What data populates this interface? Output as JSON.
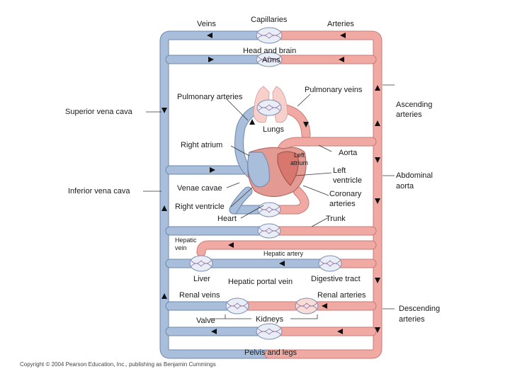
{
  "labels": {
    "veins": "Veins",
    "capillaries": "Capillaries",
    "arteries": "Arteries",
    "head_and_brain": "Head and brain",
    "arms": "Arms",
    "pulmonary_arteries": "Pulmonary arteries",
    "pulmonary_veins": "Pulmonary veins",
    "ascending_arteries": "Ascending",
    "ascending_arteries_2": "arteries",
    "superior_vena_cava": "Superior vena cava",
    "lungs": "Lungs",
    "right_atrium": "Right atrium",
    "aorta": "Aorta",
    "left_atrium": "Left",
    "left_atrium_2": "atrium",
    "left_ventricle": "Left",
    "left_ventricle_2": "ventricle",
    "abdominal_aorta": "Abdominal",
    "abdominal_aorta_2": "aorta",
    "inferior_vena_cava": "Inferior vena cava",
    "venae_cavae": "Venae cavae",
    "coronary_arteries": "Coronary",
    "coronary_arteries_2": "arteries",
    "right_ventricle": "Right ventricle",
    "heart": "Heart",
    "trunk": "Trunk",
    "hepatic_vein": "Hepatic",
    "hepatic_vein_2": "vein",
    "hepatic_artery": "Hepatic artery",
    "liver": "Liver",
    "hepatic_portal_vein": "Hepatic portal vein",
    "digestive_tract": "Digestive tract",
    "renal_veins": "Renal veins",
    "renal_arteries": "Renal arteries",
    "descending_arteries": "Descending",
    "descending_arteries_2": "arteries",
    "valve": "Valve",
    "kidneys": "Kidneys",
    "pelvis_and_legs": "Pelvis and legs"
  },
  "copyright": "Copyright © 2004 Pearson Education, Inc., publishing as Benjamin Cummings",
  "colors": {
    "vein": "#a9bedb",
    "artery": "#f0a9a3",
    "capillary_bed": "#e9edf6"
  }
}
